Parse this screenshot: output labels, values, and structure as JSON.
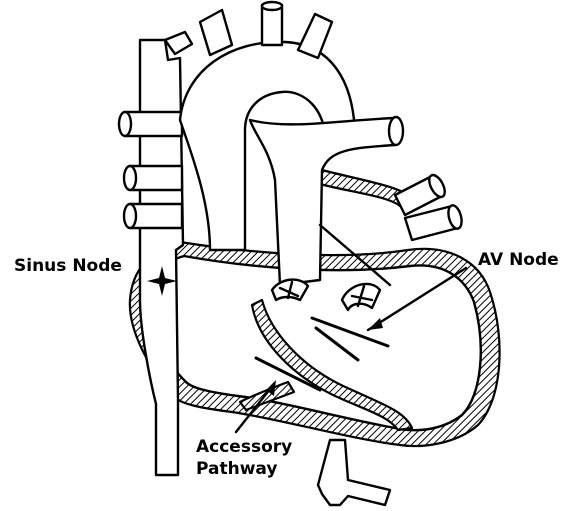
{
  "labels": {
    "sinus_node": "Sinus Node",
    "av_node": "AV Node",
    "accessory_line1": "Accessory",
    "accessory_line2": "Pathway"
  },
  "colors": {
    "stroke": "#000000",
    "background": "#ffffff"
  }
}
